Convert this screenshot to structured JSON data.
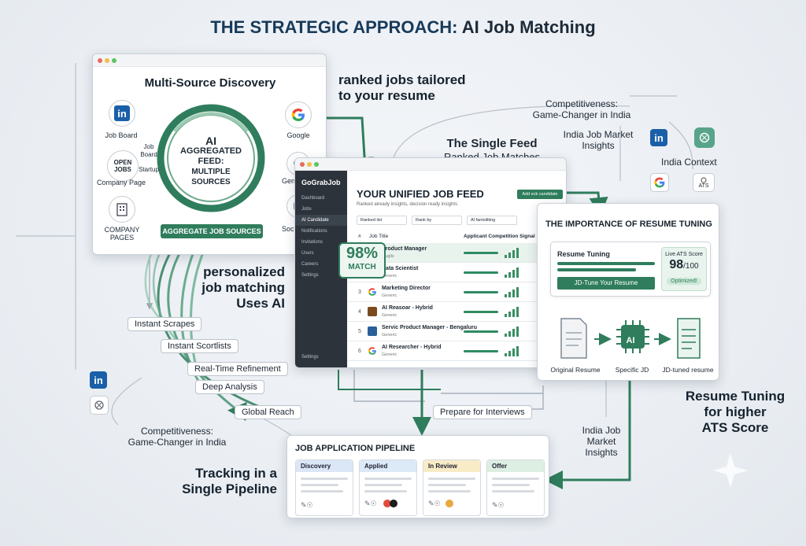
{
  "title": {
    "part1": "THE STRATEGIC APPROACH:",
    "part2": "AI Job Matching"
  },
  "discovery": {
    "heading": "Multi-Source Discovery",
    "center": {
      "line1": "AI",
      "line2": "AGGREGATED",
      "line3": "FEED:",
      "line4": "MULTIPLE",
      "line5": "SOURCES"
    },
    "left_labels": [
      "Job Board",
      "Company Page",
      "COMPANY PAGES"
    ],
    "open_jobs": {
      "line1": "OPEN",
      "line2": "JOBS"
    },
    "mid_labels": {
      "a": "Job",
      "b": "Board",
      "c": "Startup"
    },
    "right_labels": [
      "Google",
      "Genera",
      "Soci"
    ],
    "badge": "AGGREGATE JOB SOURCES",
    "linkedin_glyph": "in"
  },
  "labels": {
    "ranked_1": "ranked jobs tailored",
    "ranked_2": "to your resume",
    "personalized_1": "personalized",
    "personalized_2": "job matching",
    "personalized_3": "Uses AI",
    "single_feed_1": "The Single Feed",
    "single_feed_2": "Ranked Job Matches",
    "compet_top_1": "Competitiveness:",
    "compet_top_2": "Game-Changer in India",
    "india_market_1": "India Job Market",
    "india_market_2": "Insights",
    "india_context": "India Context",
    "ats_label": "ATS",
    "compet_bottom_1": "Competitiveness:",
    "compet_bottom_2": "Game-Changer in India",
    "tracking_1": "Tracking in a",
    "tracking_2": "Single Pipeline",
    "tuning_big_1": "Resume Tuning",
    "tuning_big_2": "for higher",
    "tuning_big_3": "ATS Score",
    "india_market_b1": "India Job",
    "india_market_b2": "Market",
    "india_market_b3": "Insights",
    "prepare": "Prepare for Interviews"
  },
  "flow_pills": [
    "Instant Scrapes",
    "Instant Scortlists",
    "Real-Time Refinement",
    "Deep Analysis",
    "Global Reach"
  ],
  "feed": {
    "brand": "GoGrabJob",
    "sidebar": [
      "Dashboard",
      "Jobs",
      "AI Candidate",
      "Notifications",
      "Invitations",
      "Users",
      "Careers",
      "Settings"
    ],
    "sidebar_bottom": "Settings",
    "title": "YOUR UNIFIED JOB FEED",
    "subtitle": "Ranked already insights, decision ready insights",
    "add_button": "Add eck candidate",
    "filters": [
      "Ranked list",
      "Rank by",
      "AI fantsiliting"
    ],
    "col_num": "#",
    "col_title": "Job Title",
    "col_signal": "Applicant Competition Signal",
    "match_pct": "98%",
    "match_label": "MATCH",
    "rows": [
      {
        "num": "1",
        "title": "Product Manager",
        "company": "Gugils",
        "logo": "#ffffff"
      },
      {
        "num": "2",
        "title": "Data Scientist",
        "company": "Generic",
        "logo": "#1f3b5a"
      },
      {
        "num": "3",
        "title": "Marketing Director",
        "company": "Generic",
        "logo": "#ffffff"
      },
      {
        "num": "4",
        "title": "AI Reasoar - Hybrid",
        "company": "Generic",
        "logo": "#7a4a1f"
      },
      {
        "num": "5",
        "title": "Servic Product Manager - Bengaluru",
        "company": "Generic",
        "logo": "#2a5f9a"
      },
      {
        "num": "6",
        "title": "AI Researcher - Hybrid",
        "company": "Generic",
        "logo": "#ffffff"
      }
    ]
  },
  "tuning": {
    "heading": "THE IMPORTANCE OF RESUME TUNING",
    "panel_label": "Resume Tuning",
    "button": "JD-Tune Your Resume",
    "ats_title": "Live ATS Score",
    "ats_score": "98",
    "ats_total": "/100",
    "ats_badge": "Optimized!",
    "steps": [
      "Original Resume",
      "Specific JD",
      "JD-tuned resume"
    ],
    "chip": "AI"
  },
  "pipeline": {
    "heading": "JOB APPLICATION PIPELINE",
    "columns": [
      {
        "label": "Discovery",
        "color": "#dbe7f7"
      },
      {
        "label": "Applied",
        "color": "#dce9f7"
      },
      {
        "label": "In Review",
        "color": "#f8ecc6"
      },
      {
        "label": "Offer",
        "color": "#dcefe2"
      }
    ]
  },
  "colors": {
    "accent": "#2f7d5c",
    "navy": "#173a5a"
  }
}
